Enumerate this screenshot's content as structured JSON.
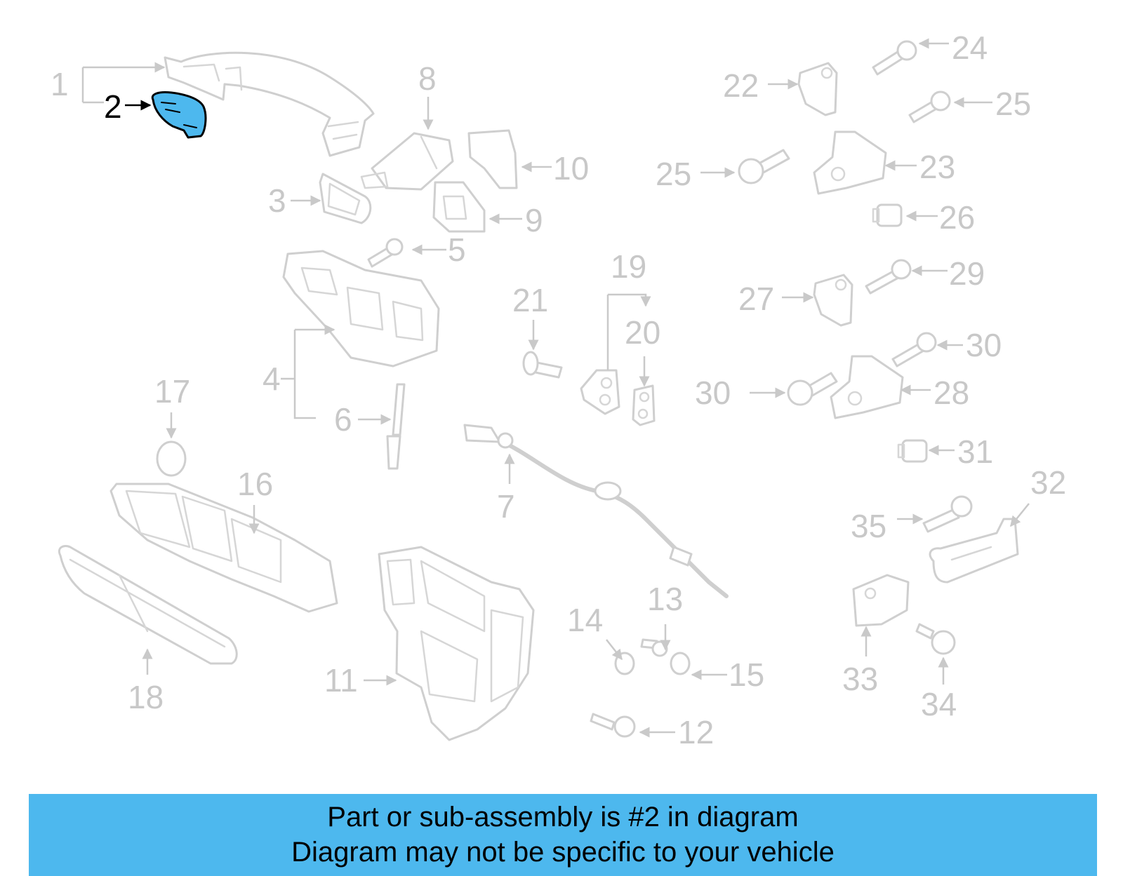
{
  "diagram": {
    "highlighted_part": "2",
    "callouts": {
      "c1": "1",
      "c2": "2",
      "c3": "3",
      "c4": "4",
      "c5": "5",
      "c6": "6",
      "c7": "7",
      "c8": "8",
      "c9": "9",
      "c10": "10",
      "c11": "11",
      "c12": "12",
      "c13": "13",
      "c14": "14",
      "c15": "15",
      "c16": "16",
      "c17": "17",
      "c18": "18",
      "c19": "19",
      "c20": "20",
      "c21": "21",
      "c22": "22",
      "c23": "23",
      "c24": "24",
      "c25a": "25",
      "c25b": "25",
      "c26": "26",
      "c27": "27",
      "c28": "28",
      "c29": "29",
      "c30a": "30",
      "c30b": "30",
      "c31": "31",
      "c32": "32",
      "c33": "33",
      "c34": "34",
      "c35": "35"
    }
  },
  "colors": {
    "highlight": "#4db8ee",
    "banner": "#4db8ee",
    "callout_inactive": "#c8c8c8",
    "callout_active": "#000000"
  },
  "banner": {
    "line1": "Part or sub-assembly is #2 in diagram",
    "line2": "Diagram may not be specific to your vehicle"
  }
}
